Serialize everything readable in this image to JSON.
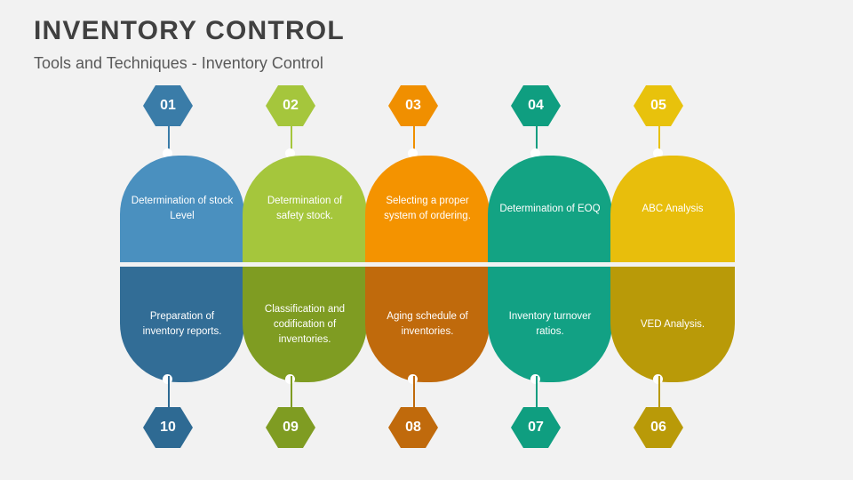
{
  "header": {
    "title": "INVENTORY CONTROL",
    "subtitle": "Tools and Techniques - Inventory Control"
  },
  "columns": [
    {
      "top_number": "01",
      "bottom_number": "10",
      "top_text": "Determination of stock Level",
      "bottom_text": "Preparation of inventory reports.",
      "top_color": "#4a90bf",
      "bottom_color": "#326d96",
      "hex_top_color": "#3a7ca8",
      "hex_bottom_color": "#2e6a93"
    },
    {
      "top_number": "02",
      "bottom_number": "09",
      "top_text": "Determination of safety stock.",
      "bottom_text": "Classification and codification of inventories.",
      "top_color": "#a5c63c",
      "bottom_color": "#7f9c22",
      "hex_top_color": "#a5c63c",
      "hex_bottom_color": "#7f9c22"
    },
    {
      "top_number": "03",
      "bottom_number": "08",
      "top_text": "Selecting a proper system of ordering.",
      "bottom_text": "Aging schedule of inventories.",
      "top_color": "#f49300",
      "bottom_color": "#c06a0c",
      "hex_top_color": "#f08f00",
      "hex_bottom_color": "#c06a0c"
    },
    {
      "top_number": "04",
      "bottom_number": "07",
      "top_text": "Determination of EOQ",
      "bottom_text": "Inventory turnover ratios.",
      "top_color": "#13a383",
      "bottom_color": "#12a184",
      "hex_top_color": "#0f9e80",
      "hex_bottom_color": "#0f9e80"
    },
    {
      "top_number": "05",
      "bottom_number": "06",
      "top_text": "ABC Analysis",
      "bottom_text": "VED Analysis.",
      "top_color": "#e8be0c",
      "bottom_color": "#b99a08",
      "hex_top_color": "#e8c20c",
      "hex_bottom_color": "#b99a08"
    }
  ],
  "layout": {
    "column_lefts": [
      135,
      273,
      411,
      549,
      687
    ]
  }
}
